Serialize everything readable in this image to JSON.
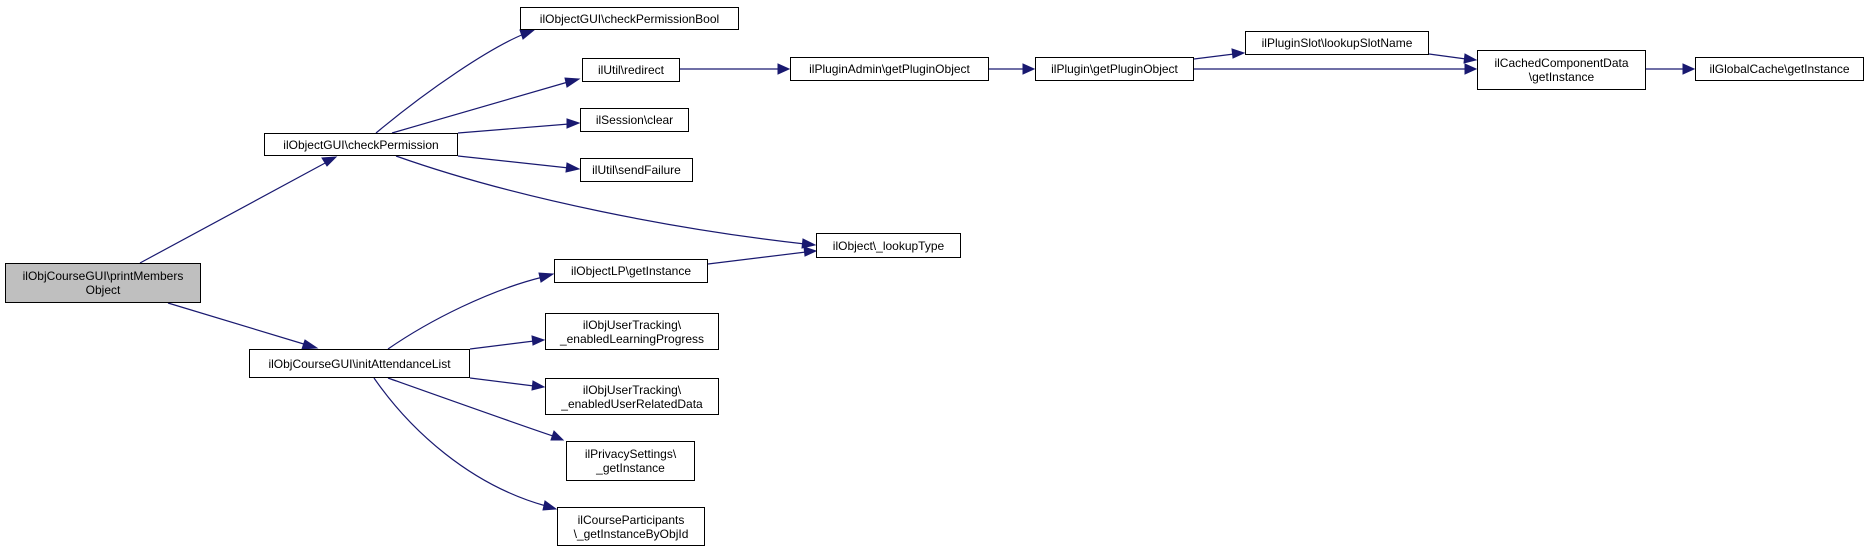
{
  "graph": {
    "edge_color": "#191970",
    "root_fill": "#bfbfbf",
    "nodes": {
      "root": "ilObjCourseGUI\\printMembers\nObject",
      "checkPermission": "ilObjectGUI\\checkPermission",
      "initAttendanceList": "ilObjCourseGUI\\initAttendanceList",
      "checkPermissionBool": "ilObjectGUI\\checkPermissionBool",
      "redirect": "ilUtil\\redirect",
      "sessionClear": "ilSession\\clear",
      "sendFailure": "ilUtil\\sendFailure",
      "lookupType": "ilObject\\_lookupType",
      "objectLP": "ilObjectLP\\getInstance",
      "enabledLP": "ilObjUserTracking\\\n_enabledLearningProgress",
      "enabledURD": "ilObjUserTracking\\\n_enabledUserRelatedData",
      "privacy": "ilPrivacySettings\\\n_getInstance",
      "courseParticipants": "ilCourseParticipants\n\\_getInstanceByObjId",
      "pluginAdmin": "ilPluginAdmin\\getPluginObject",
      "pluginGet": "ilPlugin\\getPluginObject",
      "pluginSlot": "ilPluginSlot\\lookupSlotName",
      "cached": "ilCachedComponentData\n\\getInstance",
      "globalCache": "ilGlobalCache\\getInstance"
    }
  }
}
